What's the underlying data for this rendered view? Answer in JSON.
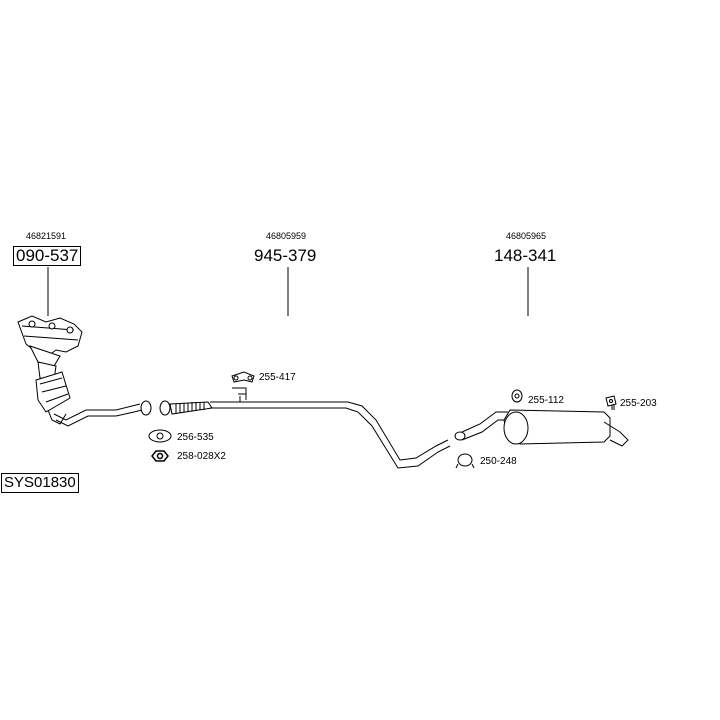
{
  "system_code": "SYS01830",
  "main_parts": [
    {
      "oem": "46821591",
      "part": "090-537"
    },
    {
      "oem": "46805959",
      "part": "945-379"
    },
    {
      "oem": "46805965",
      "part": "148-341"
    }
  ],
  "accessories": [
    {
      "part": "255-417"
    },
    {
      "part": "256-535"
    },
    {
      "part": "258-028X2"
    },
    {
      "part": "255-112"
    },
    {
      "part": "255-203"
    },
    {
      "part": "250-248"
    }
  ]
}
